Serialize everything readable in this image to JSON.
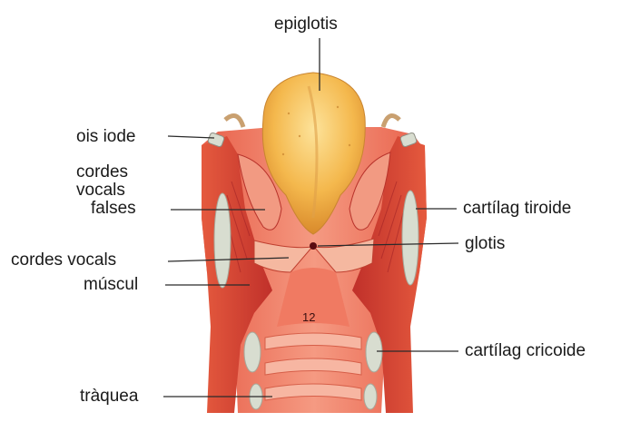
{
  "labels": {
    "epiglotis": "epiglotis",
    "ois_iode": "ois iode",
    "cordes_vocals_falses_line1": "cordes",
    "cordes_vocals_falses_line2": "vocals",
    "cordes_vocals_falses_line3": "falses",
    "cordes_vocals": "cordes vocals",
    "muscul": "múscul",
    "traquea": "tràquea",
    "cartilag_tiroide": "cartílag tiroide",
    "glotis": "glotis",
    "cartilag_cricoide": "cartílag cricoide"
  },
  "figure_number": "12",
  "colors": {
    "epiglottis": "#f2b64a",
    "tissue": "#e05a3c",
    "tissue_dark": "#b8262a",
    "tissue_light": "#f08a70",
    "cartilage": "#d7ddd0",
    "mucosa": "#f6a48a"
  }
}
